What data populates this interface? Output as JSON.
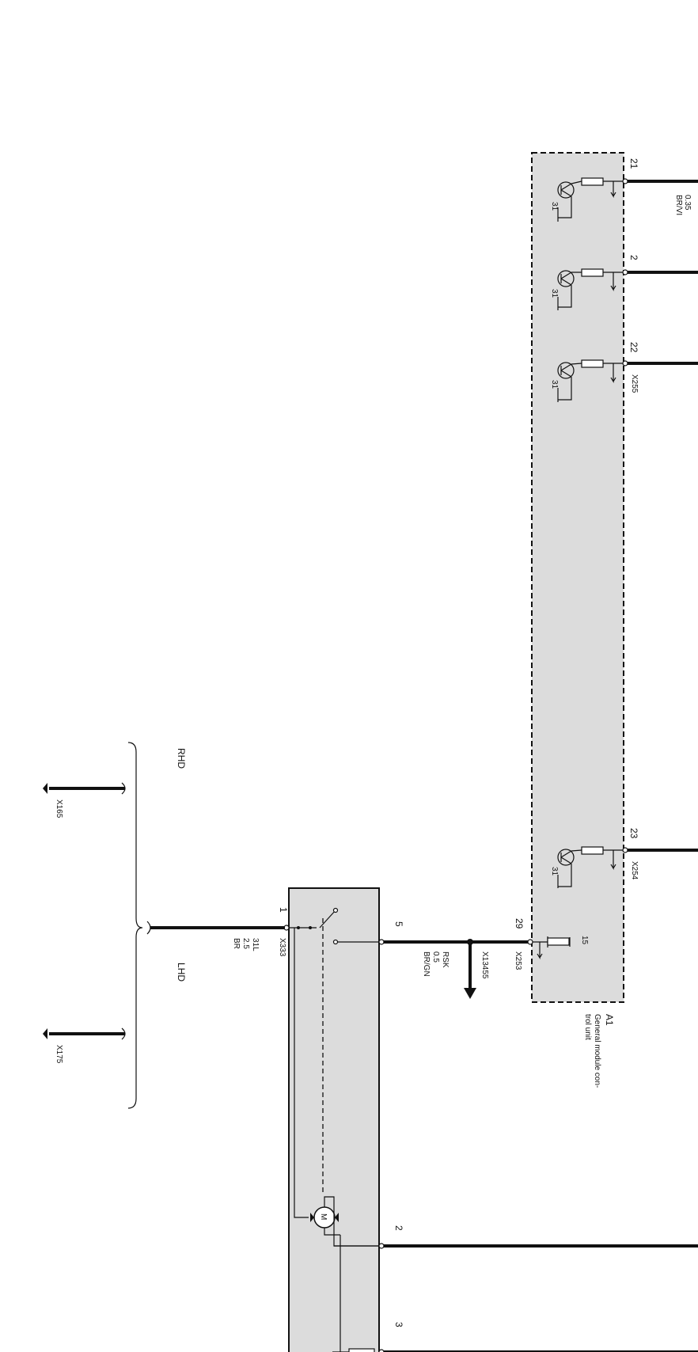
{
  "module_a1": {
    "id": "A1",
    "name_line1": "General module con-",
    "name_line2": "trol unit",
    "pins": [
      {
        "pin": "21",
        "ground": "31"
      },
      {
        "pin": "2",
        "ground": "31"
      },
      {
        "pin": "22",
        "ground": "31"
      },
      {
        "pin": "23",
        "ground": "31"
      }
    ],
    "pin29": "29",
    "pin29_supply": "15",
    "connectors": {
      "c_22": "X255",
      "c_23": "X254",
      "c_29": "X253"
    }
  },
  "wire_21": {
    "size": "0.35",
    "color": "BR/VI"
  },
  "wire_29": {
    "name": "RSK",
    "size": "0.5",
    "color": "BR/GN",
    "splice": "X13455"
  },
  "motor_unit": {
    "pin1": "1",
    "pin5": "5",
    "pin2": "2",
    "pin3": "3",
    "connector": "X333",
    "motor_symbol": "M"
  },
  "wire_1": {
    "terminal": "31L",
    "size": "2.5",
    "color": "BR"
  },
  "variants": {
    "rhd": "RHD",
    "lhd": "LHD"
  },
  "grounds": {
    "rhd": "X165",
    "lhd": "X175"
  },
  "colors": {
    "module_fill": "#dcdcdc",
    "line": "#111111"
  }
}
